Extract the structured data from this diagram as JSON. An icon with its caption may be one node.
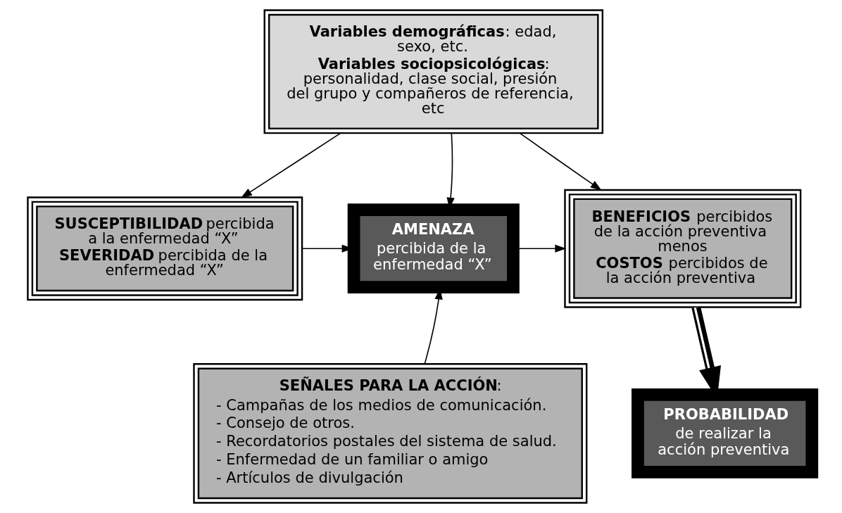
{
  "diagram": {
    "nodes": [
      {
        "text": [
          "**Variables demográficas**: edad, sexo, etc.",
          "**Variables sociopsicológicas**: personalidad, clase social, presión del grupo y compañeros de referencia, etc"
        ]
      },
      {
        "text": [
          "**SUSCEPTIBILIDAD** percibida a la enfermedad “X”",
          "**SEVERIDAD** percibida de la enfermedad “X”"
        ]
      },
      {
        "text": [
          "AMENAZA",
          "percibida de la enfermedad “X”"
        ]
      },
      {
        "text": [
          "**BENEFICIOS** percibidos de la acción preventiva menos",
          "**COSTOS** percibidos de la acción preventiva"
        ]
      },
      {
        "text": [
          "**SEÑALES PARA LA ACCIÓN**:",
          "- Campañas de los medios de comunicación.",
          "- Consejo de otros.",
          "- Recordatorios postales del sistema de salud.",
          "- Enfermedad de un familiar o amigo",
          "- Artículos de divulgación"
        ]
      },
      {
        "text": [
          "PROBABILIDAD",
          "de realizar la acción preventiva"
        ]
      }
    ],
    "edges": [
      {
        "from": 0,
        "to": 1,
        "arrow": "to"
      },
      {
        "from": 0,
        "to": 2,
        "arrow": "to"
      },
      {
        "from": 0,
        "to": 3,
        "arrow": "to"
      },
      {
        "from": 1,
        "to": 2,
        "arrow": "to"
      },
      {
        "from": 2,
        "to": 3,
        "arrow": "to"
      },
      {
        "from": 4,
        "to": 2,
        "arrow": "to"
      },
      {
        "from": 3,
        "to": 5,
        "arrow": "to",
        "style": "thick"
      }
    ]
  }
}
